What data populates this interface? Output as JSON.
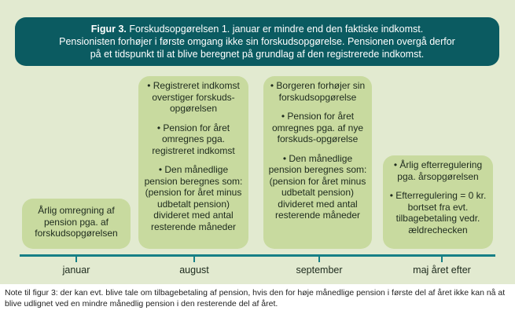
{
  "header": {
    "fig": "Figur 3.",
    "line1": "Forskudsopgørelsen 1. januar er mindre end den faktiske indkomst.",
    "line2": "Pensionisten forhøjer i første omgang ikke sin forskudsopgørelse. Pensionen overgå derfor",
    "line3": "på et tidspunkt til at blive beregnet på grundlag af den registrerede indkomst."
  },
  "boxes": [
    {
      "items": [
        "Årlig omregning af pension pga. af forskudsopgørelsen"
      ]
    },
    {
      "items": [
        "• Registreret indkomst overstiger forskuds-opgørelsen",
        "• Pension for året omregnes pga. registreret indkomst",
        "• Den månedlige pension beregnes som: (pension for året minus udbetalt pension) divideret med antal resterende måneder"
      ]
    },
    {
      "items": [
        "• Borgeren forhøjer sin forskudsopgørelse",
        "• Pension for året omregnes pga. af nye forskuds-opgørelse",
        "• Den månedlige pension beregnes som: (pension for året minus udbetalt pension) divideret med antal resterende måneder"
      ]
    },
    {
      "items": [
        "• Årlig efterregulering pga. årsopgørelsen",
        "• Efterregulering = 0 kr. bortset fra evt. tilbagebetaling vedr. ældrechecken"
      ]
    }
  ],
  "timeline": [
    "januar",
    "august",
    "september",
    "maj året efter"
  ],
  "note": "Note til figur 3: der kan evt. blive tale om tilbagebetaling af pension, hvis den for høje månedlige pension i første del af året ikke kan nå at blive udlignet ved en mindre månedlig pension i den resterende del af året."
}
